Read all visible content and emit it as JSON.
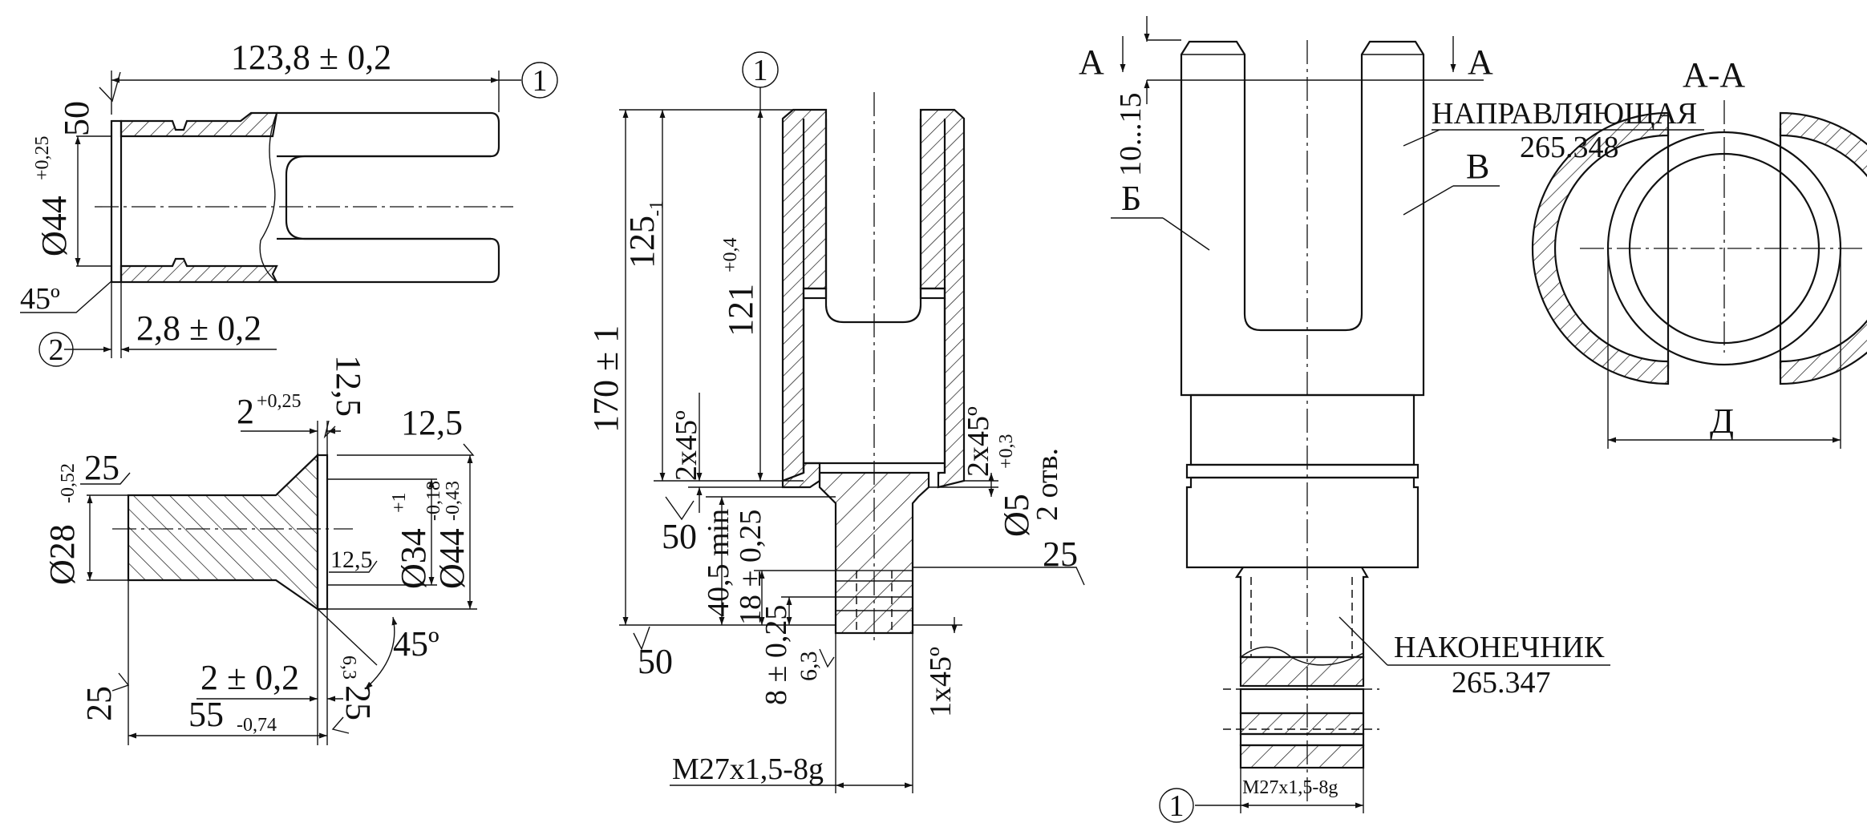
{
  "leaders": {
    "one": "1",
    "two": "2"
  },
  "fig1": {
    "length": "123,8 ± 0,2",
    "rough_top": "50",
    "dia": "Ø44",
    "dia_tol": "+0,25",
    "chamfer": "45º",
    "step": "2,8 ± 0,2"
  },
  "fig2": {
    "d_groove": "2",
    "d_groove_tol": "+0,25",
    "r125a": "12,5",
    "r125b": "12,5",
    "r25a": "25",
    "d28": "Ø28",
    "d28_tol": "-0,52",
    "r125c": "12,5",
    "d34": "Ø34",
    "d34_tol": "+1",
    "d44": "Ø44",
    "d44_tol_up": "-0,18",
    "d44_tol_dn": "-0,43",
    "angle": "45º",
    "len2": "2 ± 0,2",
    "len55": "55",
    "len55_tol": "-0,74",
    "r25b": "25",
    "r25c": "25",
    "r63": "6,3"
  },
  "fig3": {
    "total": "170 ± 1",
    "d125": "125",
    "d125_tol": "-1",
    "d121": "121",
    "d121_tol": "+0,4",
    "ch_left": "2x45º",
    "r50a": "50",
    "d405": "40,5 min",
    "d18": "18 ± 0,25",
    "d8": "8 ± 0,25",
    "r63": "6,3",
    "r50b": "50",
    "ch_right": "2x45º",
    "hole": "Ø5",
    "hole_tol": "+0,3",
    "holes": "2 отв.",
    "r25": "25",
    "ch1x45": "1x45º",
    "thread": "M27x1,5-8g"
  },
  "fig4": {
    "sec_a_left": "A",
    "sec_a_right": "A",
    "range": "10...15",
    "guide": "НАПРАВЛЯЮЩАЯ",
    "guide_num": "265.348",
    "label_b": "Б",
    "label_v": "В",
    "tip": "НАКОНЕЧНИК",
    "tip_num": "265.347",
    "thread": "M27x1,5-8g"
  },
  "fig5": {
    "title": "A-A",
    "label_d": "Д"
  }
}
